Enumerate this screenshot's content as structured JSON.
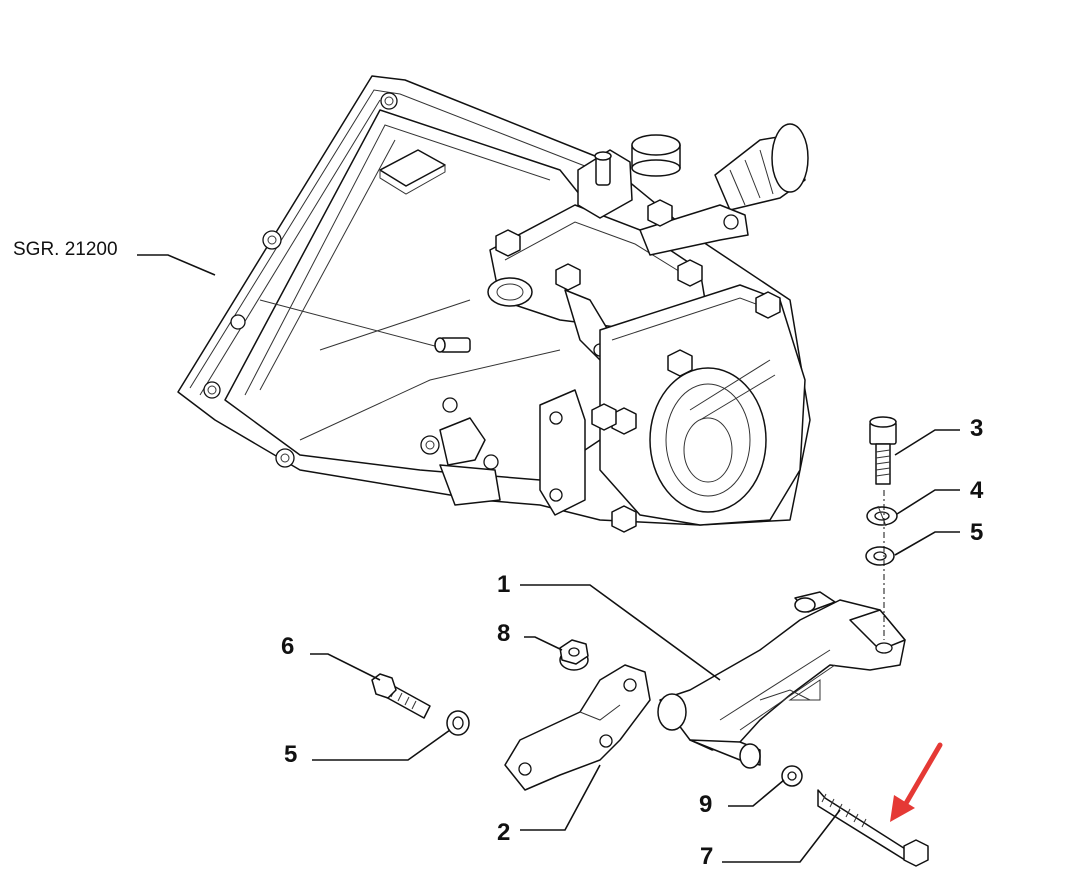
{
  "diagram": {
    "assembly_ref": "SGR. 21200",
    "callouts": [
      {
        "id": "c1",
        "label": "1"
      },
      {
        "id": "c2",
        "label": "2"
      },
      {
        "id": "c3",
        "label": "3"
      },
      {
        "id": "c4",
        "label": "4"
      },
      {
        "id": "c5a",
        "label": "5"
      },
      {
        "id": "c5b",
        "label": "5"
      },
      {
        "id": "c6",
        "label": "6"
      },
      {
        "id": "c7",
        "label": "7"
      },
      {
        "id": "c8",
        "label": "8"
      },
      {
        "id": "c9",
        "label": "9"
      }
    ],
    "highlight_color": "#e53935"
  }
}
